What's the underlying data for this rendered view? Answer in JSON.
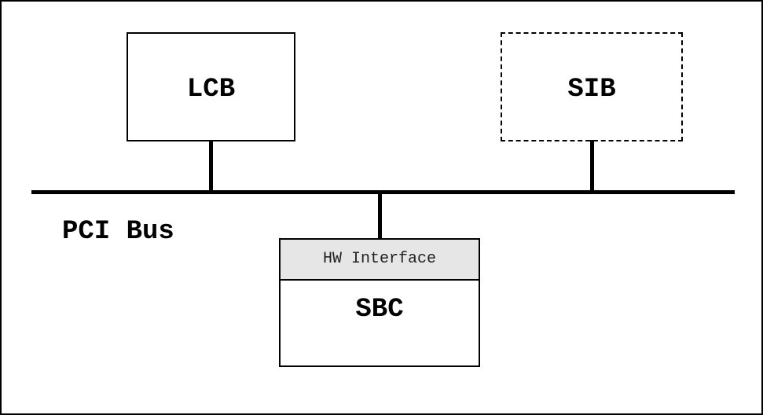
{
  "diagram": {
    "nodes": {
      "lcb": {
        "label": "LCB",
        "border": "solid"
      },
      "sib": {
        "label": "SIB",
        "border": "dashed"
      },
      "sbc": {
        "label": "SBC",
        "sublabel": "HW Interface",
        "border": "solid"
      }
    },
    "bus": {
      "label": "PCI Bus"
    },
    "connections": [
      {
        "from": "lcb",
        "to": "bus"
      },
      {
        "from": "sib",
        "to": "bus"
      },
      {
        "from": "sbc",
        "to": "bus"
      }
    ],
    "colors": {
      "line": "#000000",
      "background": "#ffffff",
      "interface_fill": "#e6e6e6"
    }
  }
}
